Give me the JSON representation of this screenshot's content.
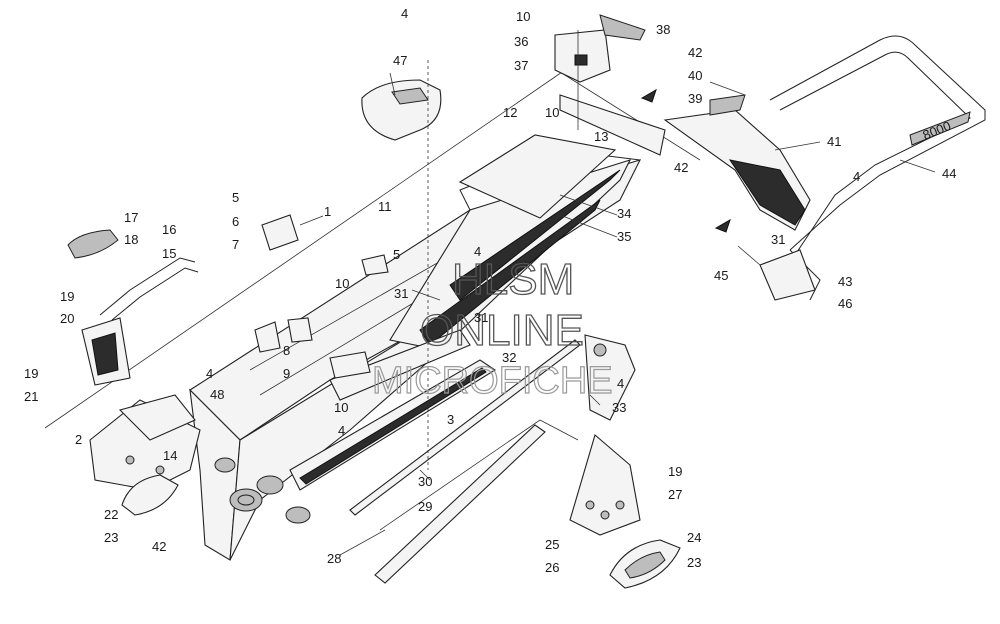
{
  "watermark": {
    "line1": "HLSM",
    "line2": "ONLINE",
    "line3": "MICROFICHE"
  },
  "callouts": [
    {
      "id": "c1",
      "text": "1"
    },
    {
      "id": "c2",
      "text": "2"
    },
    {
      "id": "c3",
      "text": "3"
    },
    {
      "id": "c4a",
      "text": "4"
    },
    {
      "id": "c4b",
      "text": "4"
    },
    {
      "id": "c4c",
      "text": "4"
    },
    {
      "id": "c4d",
      "text": "4"
    },
    {
      "id": "c4e",
      "text": "4"
    },
    {
      "id": "c4f",
      "text": "4"
    },
    {
      "id": "c5a",
      "text": "5"
    },
    {
      "id": "c5b",
      "text": "5"
    },
    {
      "id": "c6",
      "text": "6"
    },
    {
      "id": "c7",
      "text": "7"
    },
    {
      "id": "c8",
      "text": "8"
    },
    {
      "id": "c9",
      "text": "9"
    },
    {
      "id": "c10a",
      "text": "10"
    },
    {
      "id": "c10b",
      "text": "10"
    },
    {
      "id": "c10c",
      "text": "10"
    },
    {
      "id": "c10d",
      "text": "10"
    },
    {
      "id": "c11",
      "text": "11"
    },
    {
      "id": "c12",
      "text": "12"
    },
    {
      "id": "c13",
      "text": "13"
    },
    {
      "id": "c14",
      "text": "14"
    },
    {
      "id": "c15",
      "text": "15"
    },
    {
      "id": "c16",
      "text": "16"
    },
    {
      "id": "c17",
      "text": "17"
    },
    {
      "id": "c18",
      "text": "18"
    },
    {
      "id": "c19a",
      "text": "19"
    },
    {
      "id": "c19b",
      "text": "19"
    },
    {
      "id": "c19c",
      "text": "19"
    },
    {
      "id": "c20",
      "text": "20"
    },
    {
      "id": "c21",
      "text": "21"
    },
    {
      "id": "c22",
      "text": "22"
    },
    {
      "id": "c23a",
      "text": "23"
    },
    {
      "id": "c23b",
      "text": "23"
    },
    {
      "id": "c24",
      "text": "24"
    },
    {
      "id": "c25",
      "text": "25"
    },
    {
      "id": "c26",
      "text": "26"
    },
    {
      "id": "c27",
      "text": "27"
    },
    {
      "id": "c28",
      "text": "28"
    },
    {
      "id": "c29",
      "text": "29"
    },
    {
      "id": "c30",
      "text": "30"
    },
    {
      "id": "c31a",
      "text": "31"
    },
    {
      "id": "c31b",
      "text": "31"
    },
    {
      "id": "c31c",
      "text": "31"
    },
    {
      "id": "c32",
      "text": "32"
    },
    {
      "id": "c33",
      "text": "33"
    },
    {
      "id": "c34",
      "text": "34"
    },
    {
      "id": "c35",
      "text": "35"
    },
    {
      "id": "c36",
      "text": "36"
    },
    {
      "id": "c37",
      "text": "37"
    },
    {
      "id": "c38",
      "text": "38"
    },
    {
      "id": "c39",
      "text": "39"
    },
    {
      "id": "c40",
      "text": "40"
    },
    {
      "id": "c41",
      "text": "41"
    },
    {
      "id": "c42a",
      "text": "42"
    },
    {
      "id": "c42b",
      "text": "42"
    },
    {
      "id": "c42c",
      "text": "42"
    },
    {
      "id": "c43",
      "text": "43"
    },
    {
      "id": "c44",
      "text": "44"
    },
    {
      "id": "c45",
      "text": "45"
    },
    {
      "id": "c46",
      "text": "46"
    },
    {
      "id": "c47",
      "text": "47"
    },
    {
      "id": "c48",
      "text": "48"
    }
  ],
  "decal_text": "8000"
}
